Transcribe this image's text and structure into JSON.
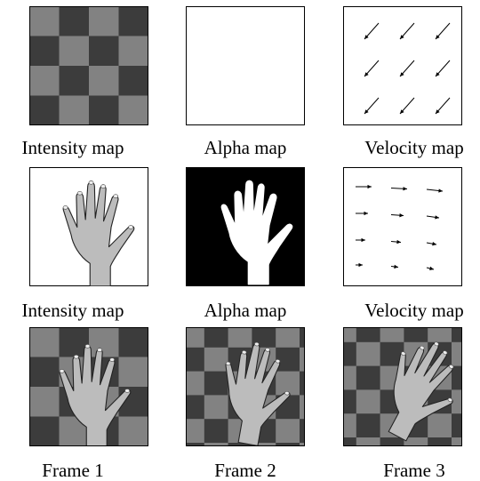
{
  "captions": {
    "r1": [
      "Intensity map",
      "Alpha map",
      "Velocity map"
    ],
    "r2": [
      "Intensity map",
      "Alpha map",
      "Velocity map"
    ],
    "r3": [
      "Frame 1",
      "Frame 2",
      "Frame 3"
    ]
  },
  "colors": {
    "checker_light": "#828282",
    "checker_dark": "#3c3c3c",
    "hand_fill": "#bcbcbc",
    "alpha_bg": "#000000",
    "alpha_fg": "#ffffff",
    "border": "#000000"
  }
}
